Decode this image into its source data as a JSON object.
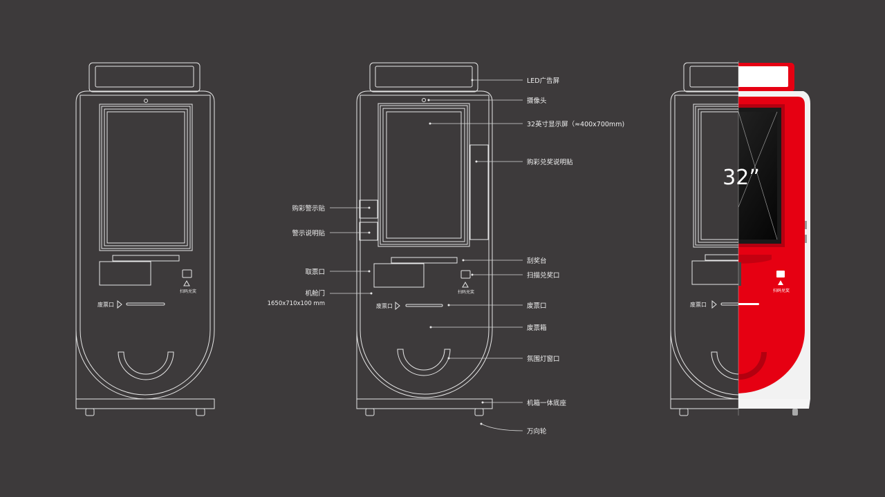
{
  "colors": {
    "background": "#3d3a3b",
    "line": "#e8e8e8",
    "accent_red": "#e60012",
    "white_side": "#f2f2f2"
  },
  "machine_labels": {
    "waste_ticket": "废票口",
    "scan_redeem": "扫码兑奖",
    "screen_size": "32”"
  },
  "callouts": {
    "led_screen": "LED广告屏",
    "camera": "摄像头",
    "display": "32英寸显示屏（≈400x700mm)",
    "purchase_notice": "购彩兑奖说明贴",
    "purchase_warning": "购彩警示贴",
    "warning_notice": "警示说明贴",
    "ticket_outlet": "取票口",
    "cabin_door": "机舱门",
    "dimensions": "1650x710x100 mm",
    "scratch_table": "刮奖台",
    "scan_port": "扫描兑奖口",
    "waste_outlet": "废票口",
    "waste_bin": "废票箱",
    "ambient_light": "氛围灯窗口",
    "base": "机箱一体底座",
    "wheels": "万向轮"
  }
}
